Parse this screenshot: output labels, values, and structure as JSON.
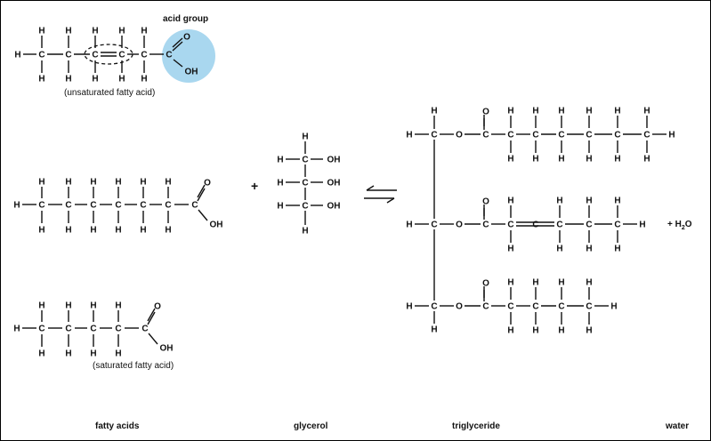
{
  "labels": {
    "acid_group": "acid group",
    "unsaturated": "(unsaturated fatty acid)",
    "saturated": "(saturated fatty acid)",
    "plus": "+",
    "water_term": "+ H",
    "water_sub": "2",
    "water_o": "O",
    "fatty_acids": "fatty acids",
    "glycerol": "glycerol",
    "triglyceride": "triglyceride",
    "water": "water"
  },
  "atoms": {
    "H": "H",
    "C": "C",
    "O": "O",
    "OH": "OH"
  },
  "colors": {
    "acid_highlight": "#a9d7ef",
    "ink": "#111111"
  }
}
